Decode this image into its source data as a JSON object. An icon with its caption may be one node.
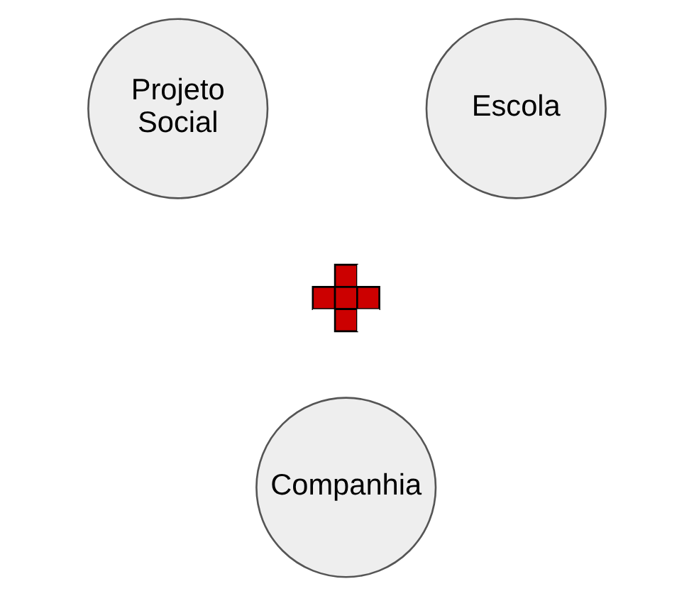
{
  "diagram": {
    "nodes": [
      {
        "text": [
          "Projeto Social"
        ]
      },
      {
        "text": [
          "Escola"
        ]
      },
      {
        "text": [],
        "shape": "cross"
      },
      {
        "text": [
          "Companhia"
        ]
      }
    ]
  }
}
